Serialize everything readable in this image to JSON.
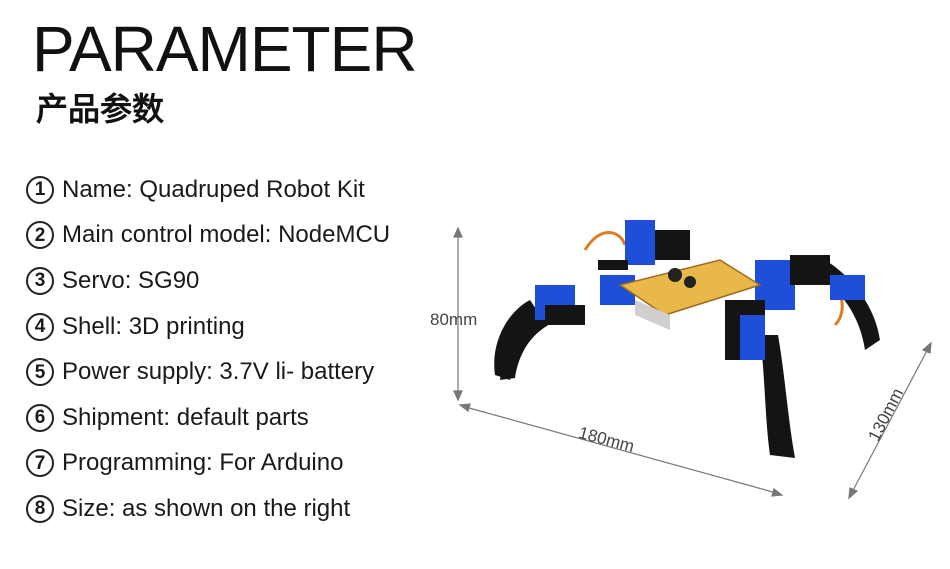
{
  "header": {
    "title": "PARAMETER",
    "subtitle": "产品参数"
  },
  "params": [
    {
      "num": "1",
      "text": "Name: Quadruped Robot Kit"
    },
    {
      "num": "2",
      "text": "Main control model: NodeMCU"
    },
    {
      "num": "3",
      "text": "Servo: SG90"
    },
    {
      "num": "4",
      "text": "Shell: 3D printing"
    },
    {
      "num": "5",
      "text": "Power supply: 3.7V li- battery"
    },
    {
      "num": "6",
      "text": "Shipment: default parts"
    },
    {
      "num": "7",
      "text": "Programming: For Arduino"
    },
    {
      "num": "8",
      "text": "Size: as shown on the right"
    }
  ],
  "dimensions": {
    "height": "80mm",
    "length": "180mm",
    "width": "130mm"
  },
  "colors": {
    "servo_blue": "#1f4fd8",
    "board_yellow": "#e8b84a",
    "shell_black": "#141414",
    "wire_orange": "#e07b1f"
  }
}
